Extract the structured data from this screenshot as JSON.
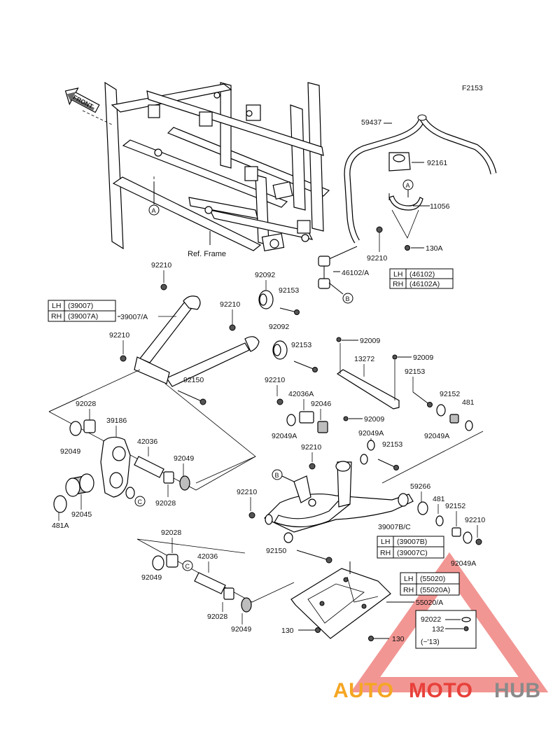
{
  "figure_code": "F2153",
  "front_label": "FRONT",
  "ref_frame_label": "Ref. Frame",
  "parts": {
    "p59437": "59437",
    "p92161": "92161",
    "p11056": "11056",
    "p130A": "130A",
    "p92210_a": "92210",
    "p46102A": "46102/A",
    "p92210_b": "92210",
    "p92092_a": "92092",
    "p92153_a": "92153",
    "p92210_c": "92210",
    "p39007A": "39007/A",
    "p92092_b": "92092",
    "p92210_d": "92210",
    "p92153_b": "92153",
    "p92009_a": "92009",
    "p92009_b": "92009",
    "p13272": "13272",
    "p92153_c": "92153",
    "p92150_a": "92150",
    "p92210_e": "92210",
    "p42036A": "42036A",
    "p92046": "92046",
    "p92152_a": "92152",
    "p481_a": "481",
    "p92028_a": "92028",
    "p39186": "39186",
    "p92009_c": "92009",
    "p92049A_a": "92049A",
    "p92049A_b": "92049A",
    "p92049_a": "92049",
    "p42036_a": "42036",
    "p92049_b": "92049",
    "p92210_f": "92210",
    "p92153_d": "92153",
    "p92028_b": "92028",
    "p92045": "92045",
    "p481A": "481A",
    "p59266": "59266",
    "p481_b": "481",
    "p92210_g": "92210",
    "p92152_b": "92152",
    "p92210_h": "92210",
    "p39007BC": "39007B/C",
    "p92049A_c": "92049A",
    "p92150_b": "92150",
    "p92028_c": "92028",
    "p42036_b": "42036",
    "p92049_c": "92049",
    "p92028_d": "92028",
    "p92049_d": "92049",
    "p55020A": "55020/A",
    "p92022": "92022",
    "p132": "132",
    "p130_a": "130",
    "p130_b": "130"
  },
  "callouts": {
    "A": "A",
    "B": "B",
    "C": "C"
  },
  "tables": {
    "t46102": {
      "lh_label": "LH",
      "lh_value": "(46102)",
      "rh_label": "RH",
      "rh_value": "(46102A)"
    },
    "t39007": {
      "lh_label": "LH",
      "lh_value": "(39007)",
      "rh_label": "RH",
      "rh_value": "(39007A)"
    },
    "t39007B": {
      "lh_label": "LH",
      "lh_value": "(39007B)",
      "rh_label": "RH",
      "rh_value": "(39007C)"
    },
    "t55020": {
      "lh_label": "LH",
      "lh_value": "(55020)",
      "rh_label": "RH",
      "rh_value": "(55020A)"
    }
  },
  "year_note": "(~'13)",
  "watermark": {
    "part1": "AUTO",
    "part2": "MOTO",
    "part3": "HUB",
    "color1": "#f5a623",
    "color2": "#e8403a",
    "color3": "#8a8a8a"
  }
}
